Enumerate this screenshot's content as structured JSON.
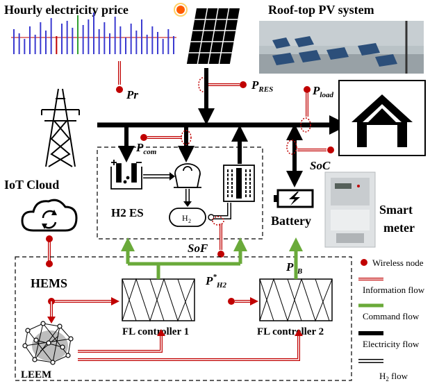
{
  "titles": {
    "price": "Hourly electricity price",
    "pv": "Roof-top PV system",
    "iot": "IoT Cloud",
    "hems": "HEMS",
    "leem": "LEEM",
    "h2es": "H2 ES",
    "battery": "Battery",
    "smart_meter_1": "Smart",
    "smart_meter_2": "meter",
    "fl1": "FL controller 1",
    "fl2": "FL controller 2",
    "h2_tank": "H"
  },
  "signals": {
    "pr": "Pr",
    "pres": "P",
    "pres_sub": "RES",
    "pload": "P",
    "pload_sub": "load",
    "pcom": "P",
    "pcom_sub": "com",
    "soc": "SoC",
    "sof": "SoF",
    "ph2": "P",
    "ph2_sup": "*",
    "ph2_sub": "H2",
    "pb": "P",
    "pb_sup": "*",
    "pb_sub": "B"
  },
  "legend": {
    "wireless": "Wireless node",
    "info": "Information flow",
    "command": "Command flow",
    "electricity": "Electricity flow",
    "h2flow": "H"
  },
  "colors": {
    "info": "#c00000",
    "command": "#6aaa3a",
    "electricity": "#000000",
    "node": "#c00000",
    "price_blue": "#3a3ad0"
  }
}
